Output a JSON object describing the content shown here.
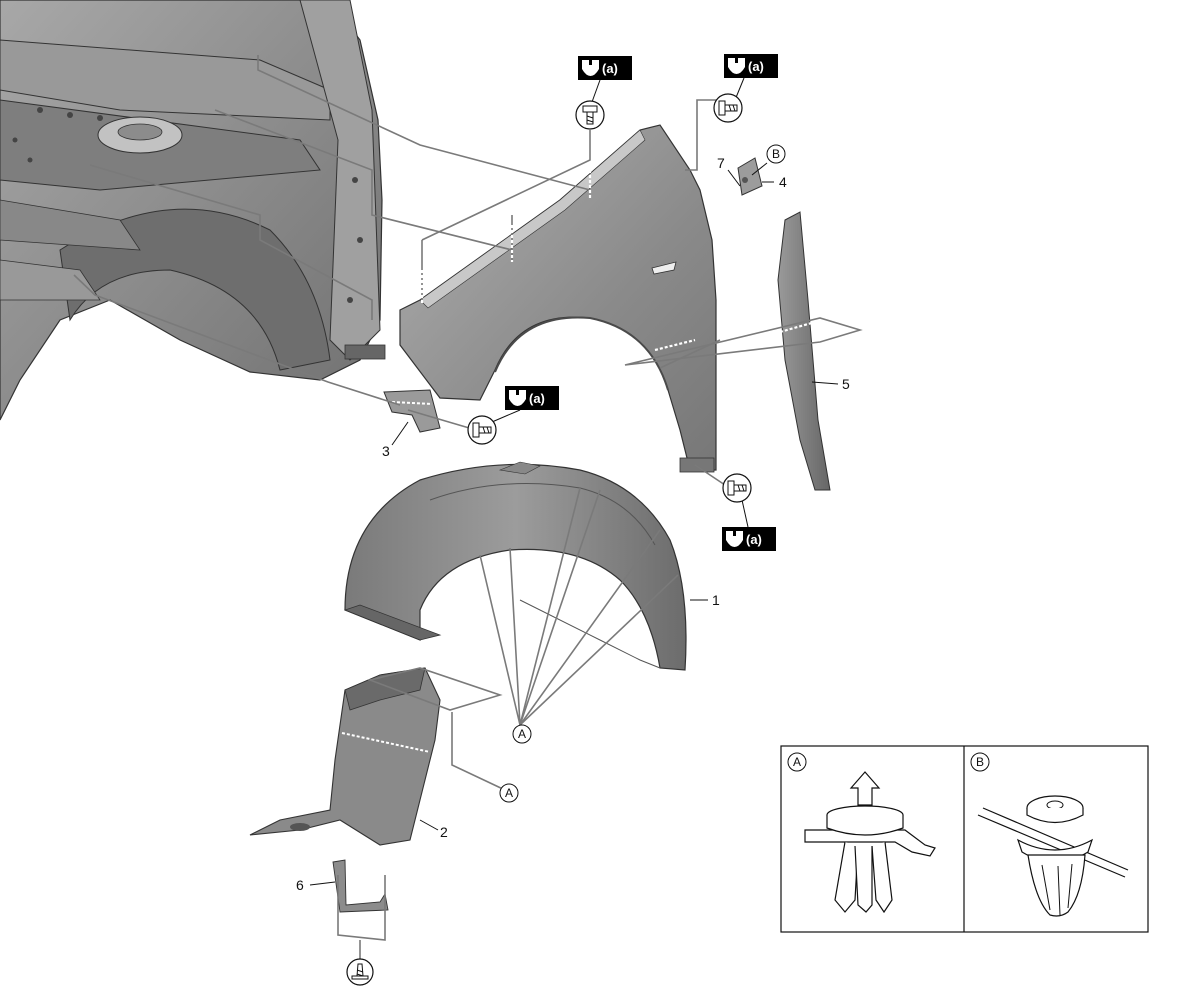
{
  "part_numbers": {
    "p1": "1",
    "p2": "2",
    "p3": "3",
    "p4": "4",
    "p5": "5",
    "p6": "6",
    "p7": "7"
  },
  "torque_tag_label": "(a)",
  "clip_letters": {
    "a": "A",
    "b": "B"
  },
  "colors": {
    "body_panel": "#8e8e8e",
    "body_dark": "#5e5e5e",
    "body_light": "#b5b5b5",
    "leader_line": "#7a7a7a",
    "tag_bg": "#000000",
    "outline": "#222222"
  },
  "icons": {
    "torque_tag": "wrench-icon",
    "bolt": "bolt-icon",
    "clip_push": "push-clip-icon",
    "clip_screw": "screw-clip-icon"
  }
}
